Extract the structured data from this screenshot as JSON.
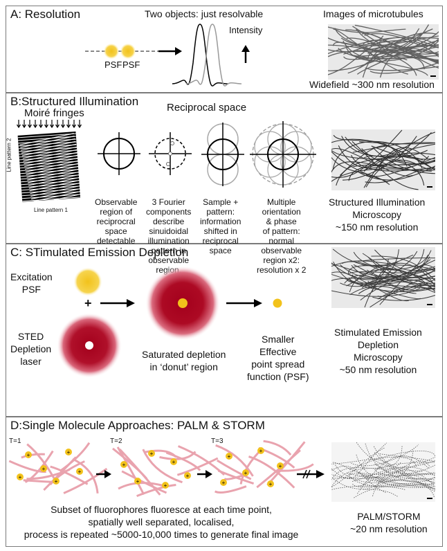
{
  "panelA": {
    "title": "A: Resolution",
    "heading": "Two objects: just resolvable",
    "psf1": "PSF",
    "psf2": "PSF",
    "intensity": "Intensity",
    "image_title": "Images of microtubules",
    "image_caption": "Widefield ~300 nm resolution"
  },
  "panelB": {
    "title": "B:Structured Illumination",
    "moire": "Moiré fringes",
    "reciprocal": "Reciprocal space",
    "line_pattern_1": "Line pattern 1",
    "line_pattern_2": "Line pattern 2",
    "desc1": [
      "Observable",
      "region of",
      "reciprocral",
      "space",
      "detectable"
    ],
    "desc2": [
      "3 Fourier",
      "components",
      "describe",
      "sinuidoidal",
      "illumination",
      "pattern in",
      "observable",
      "region."
    ],
    "desc3": [
      "Sample +",
      "pattern:",
      "information",
      "shifted in",
      "reciprocal",
      "space"
    ],
    "desc4": [
      "Multiple",
      "orientation",
      "& phase",
      "of pattern:",
      "normal",
      "observable",
      "region x2:",
      "resolution x 2"
    ],
    "caption": [
      "Structured Illumination",
      "Microscopy",
      "~150 nm resolution"
    ]
  },
  "panelC": {
    "title": "C: STimulated Emission Depletion",
    "excitation": [
      "Excitation",
      "PSF"
    ],
    "plus": "+",
    "sted": [
      "STED",
      "Depletion",
      "laser"
    ],
    "saturated": [
      "Saturated depletion",
      "in ‘donut’ region"
    ],
    "smaller": [
      "Smaller",
      "Effective",
      "point spread",
      "function (PSF)"
    ],
    "caption": [
      "Stimulated Emission",
      "Depletion",
      "Microscopy",
      "~50 nm resolution"
    ]
  },
  "panelD": {
    "title": "D:Single Molecule Approaches: PALM  & STORM",
    "t1": "T=1",
    "t2": "T=2",
    "t3": "T=3",
    "plus_mark": "+",
    "desc": [
      "Subset of fluorophores fluoresce at each time point,",
      "spatially well separated, localised,",
      "process is repeated ~5000-10,000 times to generate final image"
    ],
    "caption": [
      "PALM/STORM",
      "~20 nm resolution"
    ]
  },
  "colors": {
    "psf_yellow": "#f2c21b",
    "depletion_red": "#a3001c",
    "filament_pink": "#e9a3ae",
    "border": "#7a7a7a"
  }
}
